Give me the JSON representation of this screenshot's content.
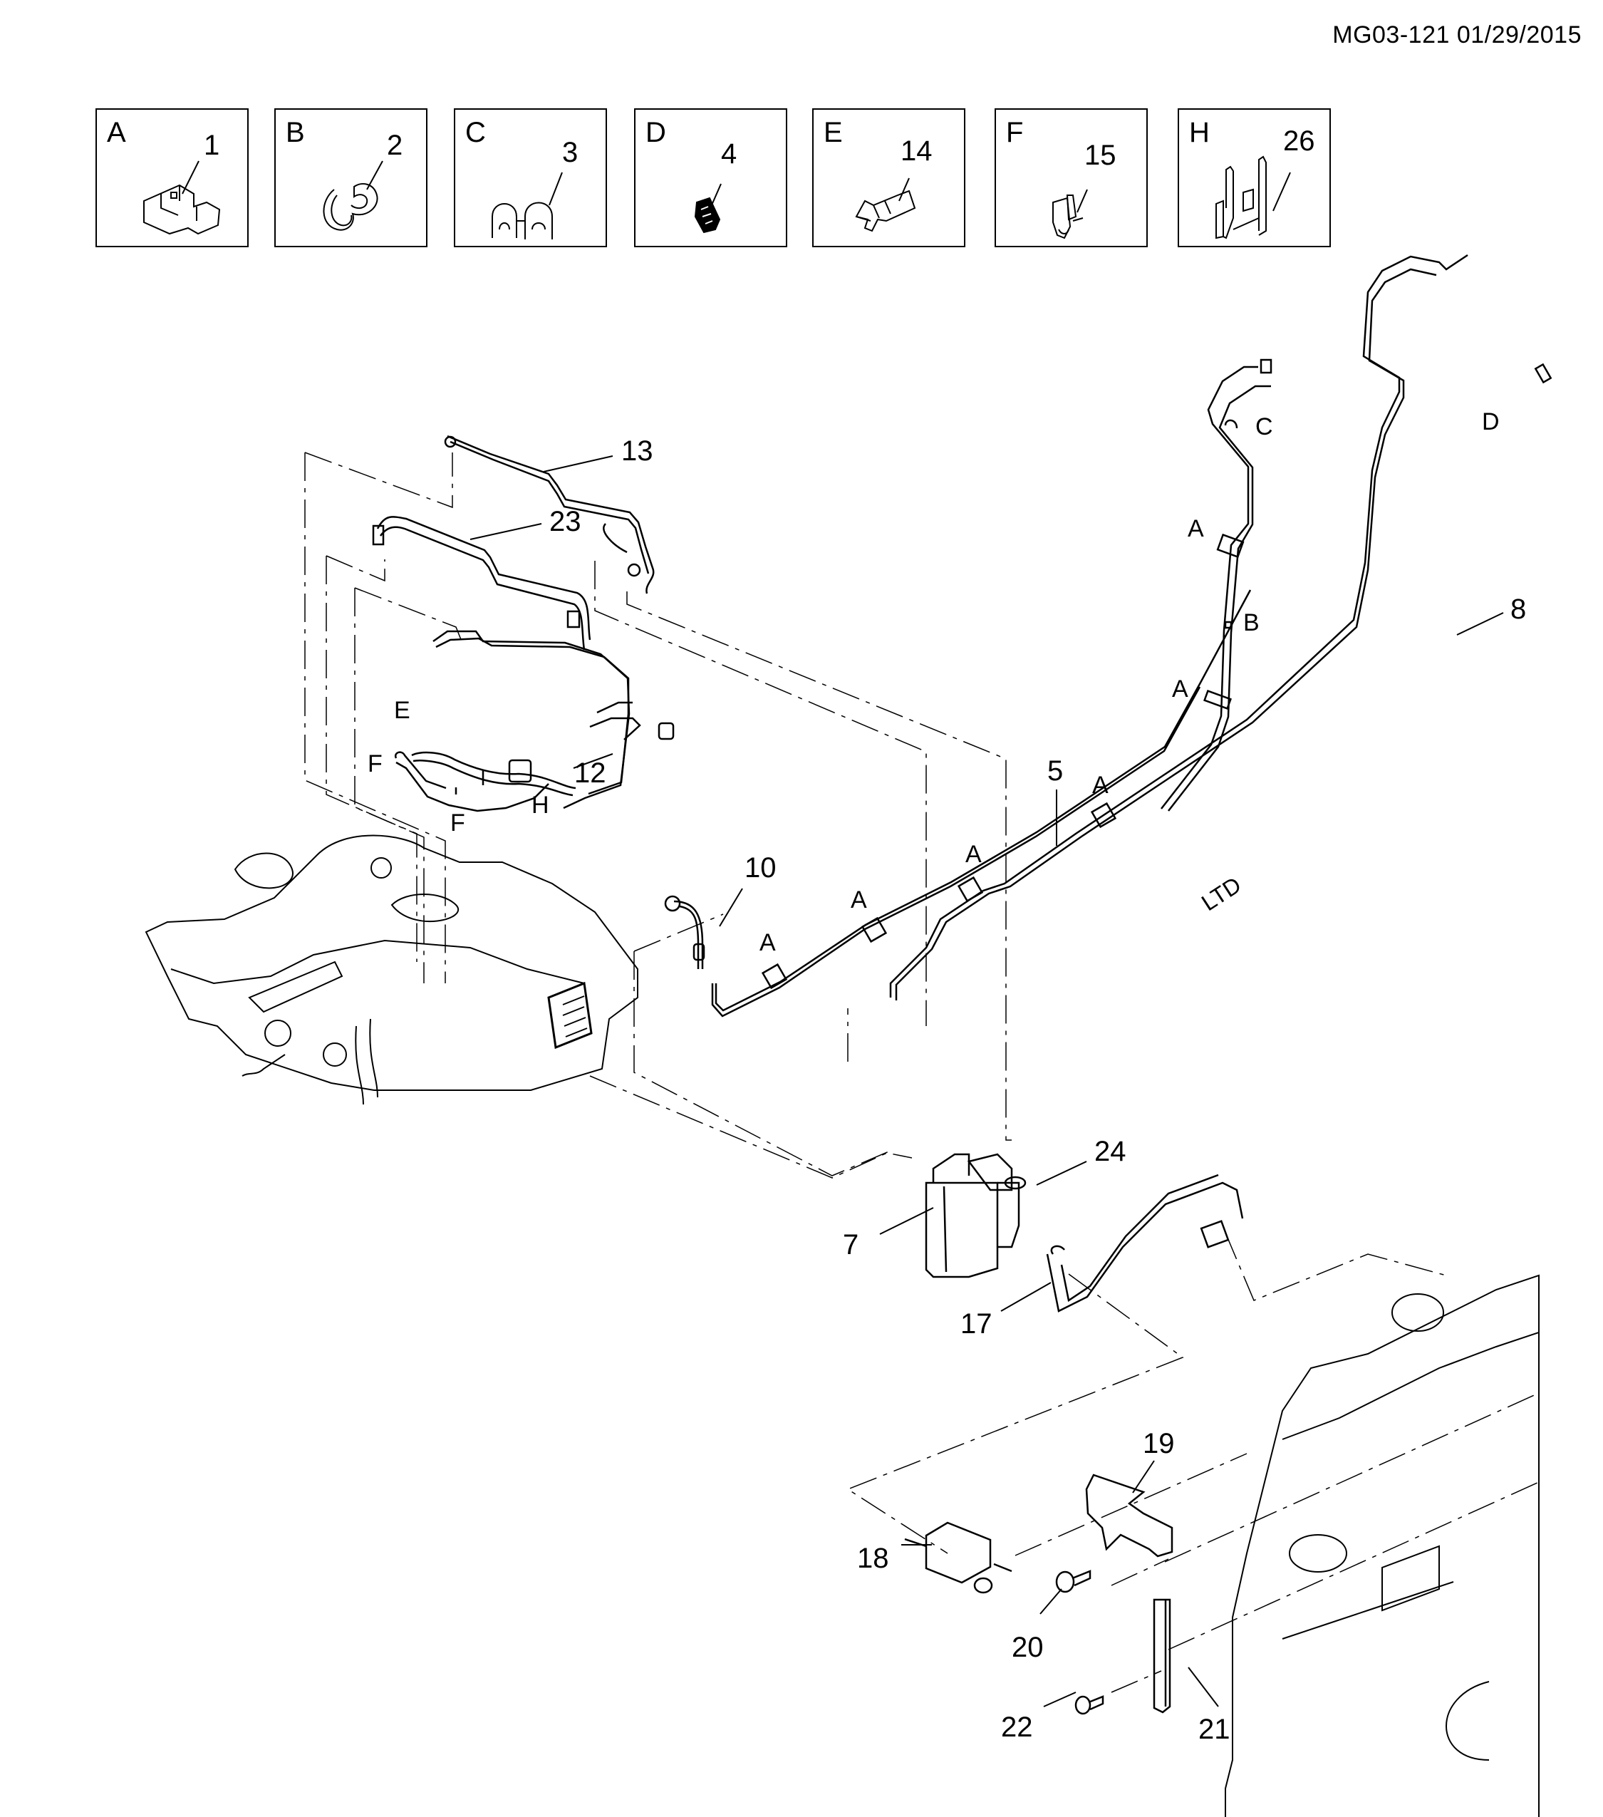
{
  "header": {
    "doc_id": "MG03-121 01/29/2015"
  },
  "key_boxes": [
    {
      "letter": "A",
      "part_number": "1",
      "icon": "clip-a-icon"
    },
    {
      "letter": "B",
      "part_number": "2",
      "icon": "clip-b-icon"
    },
    {
      "letter": "C",
      "part_number": "3",
      "icon": "clip-c-icon"
    },
    {
      "letter": "D",
      "part_number": "4",
      "icon": "clip-d-icon"
    },
    {
      "letter": "E",
      "part_number": "14",
      "icon": "clip-e-icon"
    },
    {
      "letter": "F",
      "part_number": "15",
      "icon": "clip-f-icon"
    },
    {
      "letter": "H",
      "part_number": "26",
      "icon": "clip-h-icon"
    }
  ],
  "callouts": {
    "p13": "13",
    "p23": "23",
    "p12": "12",
    "p10": "10",
    "p5": "5",
    "p8": "8",
    "p7": "7",
    "p24": "24",
    "p17": "17",
    "p19": "19",
    "p18": "18",
    "p20": "20",
    "p22": "22",
    "p21": "21"
  },
  "clip_refs": {
    "harness_e": "E",
    "harness_f1": "F",
    "harness_f2": "F",
    "harness_h": "H",
    "line5_a1": "A",
    "line5_a2": "A",
    "line5_a3": "A",
    "line5_a4": "A",
    "upper_a1": "A",
    "upper_a2": "A",
    "upper_b": "B",
    "upper_c": "C",
    "line8_d": "D"
  },
  "annotations": {
    "ltd": "LTD"
  }
}
